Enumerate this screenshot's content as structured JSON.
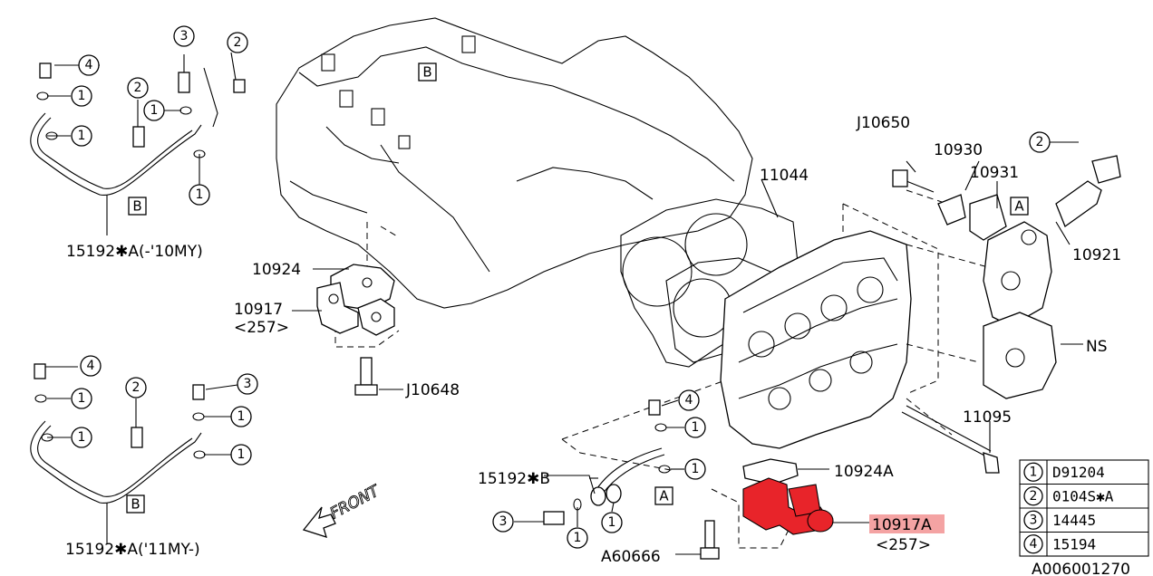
{
  "diagram_id": "A006001270",
  "front_label": "FRONT",
  "part_labels": {
    "p15192a_early": "15192✱A(-'10MY)",
    "p15192a_late": "15192✱A('11MY-)",
    "p15192b": "15192✱B",
    "p10924": "10924",
    "p10917": "10917",
    "p10917_sub": "<257>",
    "pJ10648": "J10648",
    "pJ10650": "J10650",
    "p10930": "10930",
    "p10931": "10931",
    "p11044": "11044",
    "p10921": "10921",
    "pNS": "NS",
    "p11095": "11095",
    "p10924A": "10924A",
    "p10917A": "10917A",
    "p10917A_sub": "<257>",
    "pA60666": "A60666"
  },
  "callouts": {
    "c1": "1",
    "c2": "2",
    "c3": "3",
    "c4": "4"
  },
  "box_labels": {
    "a": "A",
    "b": "B"
  },
  "legend": [
    {
      "num": "1",
      "part": "D91204"
    },
    {
      "num": "2",
      "part": "0104S✱A"
    },
    {
      "num": "3",
      "part": "14445"
    },
    {
      "num": "4",
      "part": "15194"
    }
  ],
  "colors": {
    "highlight": "#f4a3a3",
    "part_red": "#e8242a"
  }
}
